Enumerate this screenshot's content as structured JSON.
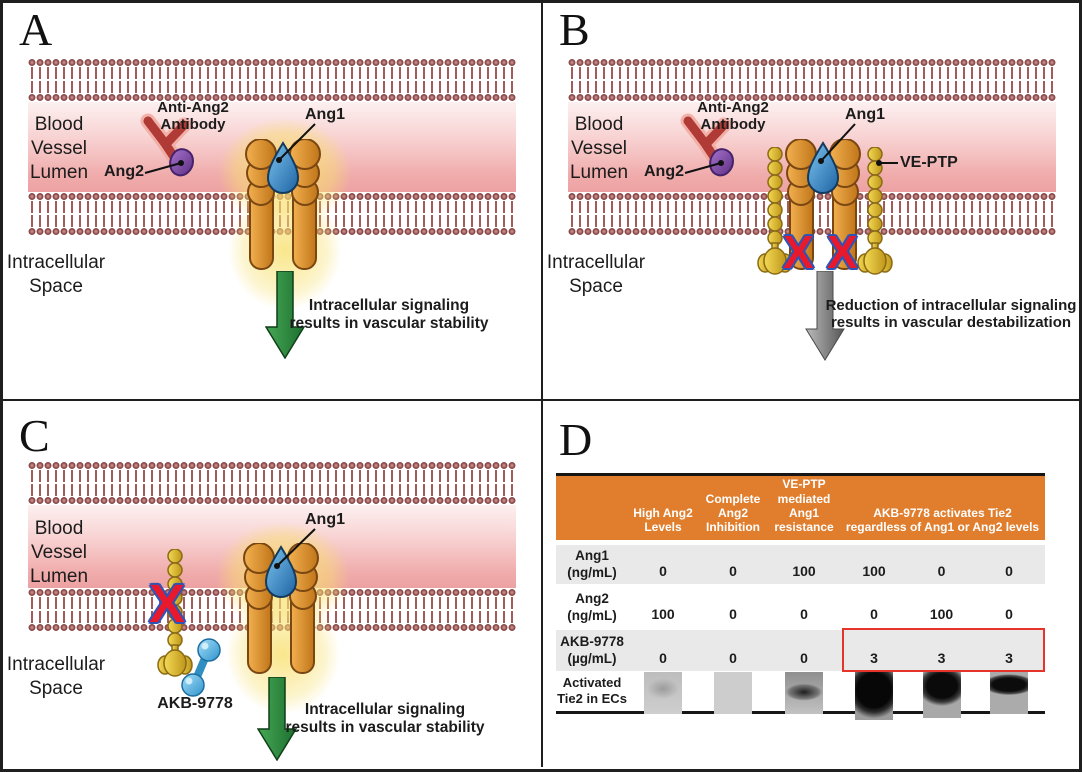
{
  "colors": {
    "header_orange": "#E07E2E",
    "row_gray": "#E9E9E9",
    "highlight_red": "#E5352B",
    "arrow_green": "#2F8C3C",
    "arrow_gray": "#7A7A7A",
    "membrane_maroon": "#9A5353",
    "receptor_orange": "#D98E35",
    "veptp_gold": "#D4B12A",
    "ang1_blue": "#2E7BBF",
    "ang2_purple": "#7B3F8F",
    "antibody_red": "#B03A35"
  },
  "panel_a": {
    "letter": "A",
    "lumen_label": "Blood\nVessel\nLumen",
    "intracellular_label": "Intracellular\nSpace",
    "antibody_label": "Anti-Ang2\nAntibody",
    "ang2_label": "Ang2",
    "ang1_label": "Ang1",
    "caption": "Intracellular signaling\nresults in vascular stability"
  },
  "panel_b": {
    "letter": "B",
    "lumen_label": "Blood\nVessel\nLumen",
    "intracellular_label": "Intracellular\nSpace",
    "antibody_label": "Anti-Ang2\nAntibody",
    "ang2_label": "Ang2",
    "ang1_label": "Ang1",
    "veptp_label": "VE-PTP",
    "caption": "Reduction of intracellular signaling\nresults in vascular destabilization"
  },
  "panel_c": {
    "letter": "C",
    "lumen_label": "Blood\nVessel\nLumen",
    "intracellular_label": "Intracellular\nSpace",
    "ang1_label": "Ang1",
    "akb_label": "AKB-9778",
    "caption": "Intracellular signaling\nresults in vascular stability"
  },
  "panel_d": {
    "letter": "D",
    "table": {
      "column_headers": [
        "High Ang2\nLevels",
        "Complete\nAng2\nInhibition",
        "VE-PTP\nmediated\nAng1\nresistance",
        "AKB-9778 activates Tie2\nregardless of Ang1 or Ang2 levels"
      ],
      "rows": [
        {
          "label": "Ang1\n(ng/mL)",
          "values": [
            "0",
            "0",
            "100",
            "100",
            "0",
            "0"
          ]
        },
        {
          "label": "Ang2\n(ng/mL)",
          "values": [
            "100",
            "0",
            "0",
            "0",
            "100",
            "0"
          ]
        },
        {
          "label": "AKB-9778\n(µg/mL)",
          "values": [
            "0",
            "0",
            "0",
            "3",
            "3",
            "3"
          ]
        },
        {
          "label": "Activated\nTie2 in ECs",
          "values": []
        }
      ],
      "blot_lanes": [
        "faint",
        "blank",
        "medium",
        "strong",
        "strong2",
        "band"
      ],
      "highlight": {
        "row": "AKB-9778 (µg/mL)",
        "columns": [
          4,
          5,
          6
        ],
        "color": "#E5352B"
      }
    }
  }
}
